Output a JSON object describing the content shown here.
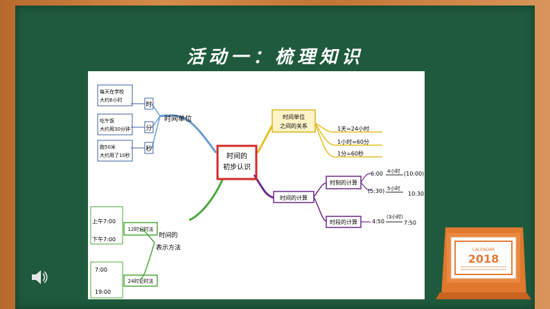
{
  "slide": {
    "title": "活动一：梳理知识"
  },
  "mindmap": {
    "center": "时间的\n初步认识",
    "branches": {
      "unit": {
        "label": "时间单位",
        "children": [
          {
            "unit": "时",
            "note": "每天在学校\n大约6小时"
          },
          {
            "unit": "分",
            "note": "吃午饭\n大约用30分钟"
          },
          {
            "unit": "秒",
            "note": "跑50米\n大约用了10秒"
          }
        ]
      },
      "relation": {
        "label": "时间单位\n之间的关系",
        "children": [
          "1天=24小时",
          "1小时=60分",
          "1分=60秒"
        ]
      },
      "calc": {
        "label": "时间的计算",
        "moment": {
          "label": "时刻的计算",
          "rows": [
            {
              "start": "6:00",
              "delta": "4小时",
              "result": "(10:00)"
            },
            {
              "start": "(5:30)",
              "delta": "5小时",
              "result": "10:30"
            }
          ]
        },
        "duration": {
          "label": "时段的计算",
          "start": "4:50",
          "delta": "(3小时)",
          "result": "7:50"
        }
      },
      "notation": {
        "label": "时间的\n表示方法",
        "twelve": {
          "label": "12时记时法",
          "times": [
            "上午7:00",
            "下午7:00"
          ]
        },
        "twentyfour": {
          "label": "24时记时法",
          "times": [
            "7:00",
            "19:00"
          ]
        }
      }
    }
  },
  "calendar": {
    "year": "2018",
    "header": "CALENDAR"
  },
  "icons": {
    "speaker": "speaker-icon"
  },
  "colors": {
    "board": "#1f5a3c",
    "frame": "#c47a3a",
    "unit_branch": "#6b9bd1",
    "relation_branch": "#e6c021",
    "calc_branch": "#6a2a8a",
    "notation_branch": "#4aa83a",
    "center_box": "#d62828"
  }
}
